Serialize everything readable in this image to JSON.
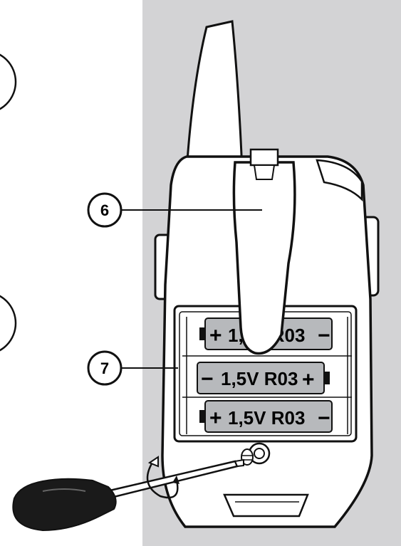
{
  "colors": {
    "background_panel": "#d3d3d5",
    "device_body": "#ffffff",
    "outline": "#111111",
    "battery_fill": "#b7b9bc",
    "screwdriver_handle": "#1a1a1a"
  },
  "callouts": [
    {
      "id": "6",
      "label": "6"
    },
    {
      "id": "7",
      "label": "7"
    }
  ],
  "batteries": [
    {
      "text": "1,5V R03",
      "left_sign": "+",
      "right_sign": "−"
    },
    {
      "text": "1,5V R03",
      "left_sign": "−",
      "right_sign": "+"
    },
    {
      "text": "1,5V R03",
      "left_sign": "+",
      "right_sign": "−"
    }
  ],
  "icons": [
    "screwdriver-icon",
    "rotate-arrow-icon",
    "screw-icon"
  ]
}
